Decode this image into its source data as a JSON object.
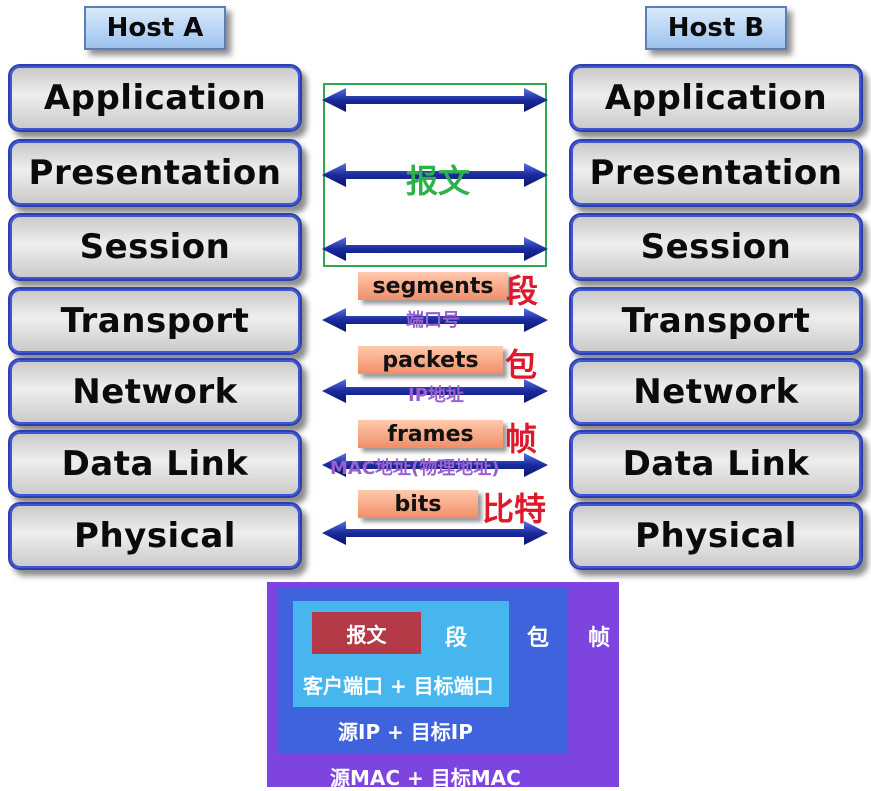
{
  "host_a": {
    "label": "Host A"
  },
  "host_b": {
    "label": "Host B"
  },
  "layers": [
    "Application",
    "Presentation",
    "Session",
    "Transport",
    "Network",
    "Data Link",
    "Physical"
  ],
  "message_label": "报文",
  "pdus": [
    {
      "en": "segments",
      "cn": "段",
      "addr": "端口号"
    },
    {
      "en": "packets",
      "cn": "包",
      "addr": "IP地址"
    },
    {
      "en": "frames",
      "cn": "帧",
      "addr": "MAC地址(物理地址)"
    },
    {
      "en": "bits",
      "cn": "比特",
      "addr": ""
    }
  ],
  "encapsulation": {
    "message": "报文",
    "segment": "段",
    "packet": "包",
    "frame": "帧",
    "segment_header": "客户端口 + 目标端口",
    "packet_header": "源IP + 目标IP",
    "frame_header": "源MAC + 目标MAC"
  },
  "colors": {
    "layer_border": "#2e3fa8",
    "arrow": "#1a2b9c",
    "pdu_fill": "#f4a07c",
    "cn_red": "#e0182c",
    "addr_purple": "#9b5fd0",
    "message_green": "#2db24a",
    "frame_bg": "#7d44e0",
    "packet_bg": "#3f63dc",
    "segment_bg": "#47b6ee",
    "message_bg": "#b33a46"
  }
}
